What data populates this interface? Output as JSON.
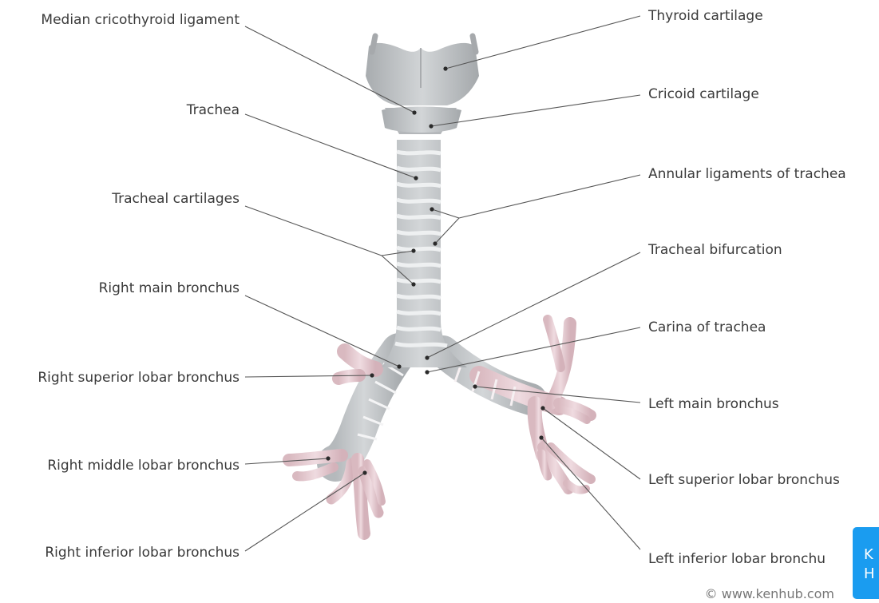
{
  "labels": {
    "median_cricothyroid": "Median cricothyroid ligament",
    "thyroid_cartilage": "Thyroid cartilage",
    "cricoid_cartilage": "Cricoid cartilage",
    "trachea": "Trachea",
    "annular_ligaments": "Annular ligaments of trachea",
    "tracheal_cartilages": "Tracheal cartilages",
    "tracheal_bifurcation": "Tracheal bifurcation",
    "right_main_bronchus": "Right main bronchus",
    "carina": "Carina of trachea",
    "right_superior_lobar": "Right superior lobar bronchus",
    "left_main_bronchus": "Left main bronchus",
    "right_middle_lobar": "Right middle lobar bronchus",
    "left_superior_lobar": "Left superior lobar bronchus",
    "right_inferior_lobar": "Right inferior lobar bronchus",
    "left_inferior_lobar": "Left inferior lobar bronchu"
  },
  "copyright": "© www.kenhub.com",
  "badge": {
    "line1": "K",
    "line2": "H",
    "color": "#1a9cf0"
  },
  "colors": {
    "cartilage": "#c9ccce",
    "ligament": "#e9eaeb",
    "bronchus": "#e7c9cf",
    "leader": "#555555"
  }
}
